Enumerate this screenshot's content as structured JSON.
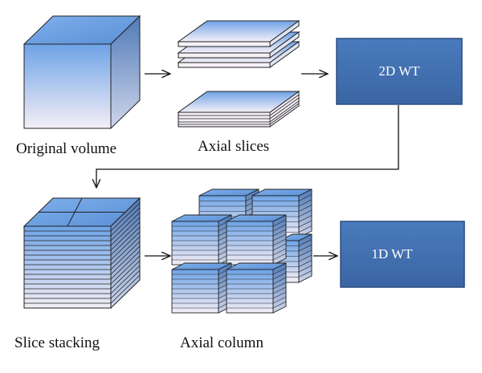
{
  "labels": {
    "original_volume": "Original volume",
    "axial_slices": "Axial slices",
    "slice_stacking": "Slice stacking",
    "axial_column": "Axial column"
  },
  "boxes": {
    "wt2d": "2D WT",
    "wt1d": "1D WT"
  },
  "colors": {
    "box_fill": "#3f6fad",
    "box_edge": "#2a4d7e",
    "face_top": "#6ea3e6",
    "face_bottom": "#f4eef6",
    "side_top": "#4f7ab8",
    "side_bottom": "#cfd6ea"
  }
}
